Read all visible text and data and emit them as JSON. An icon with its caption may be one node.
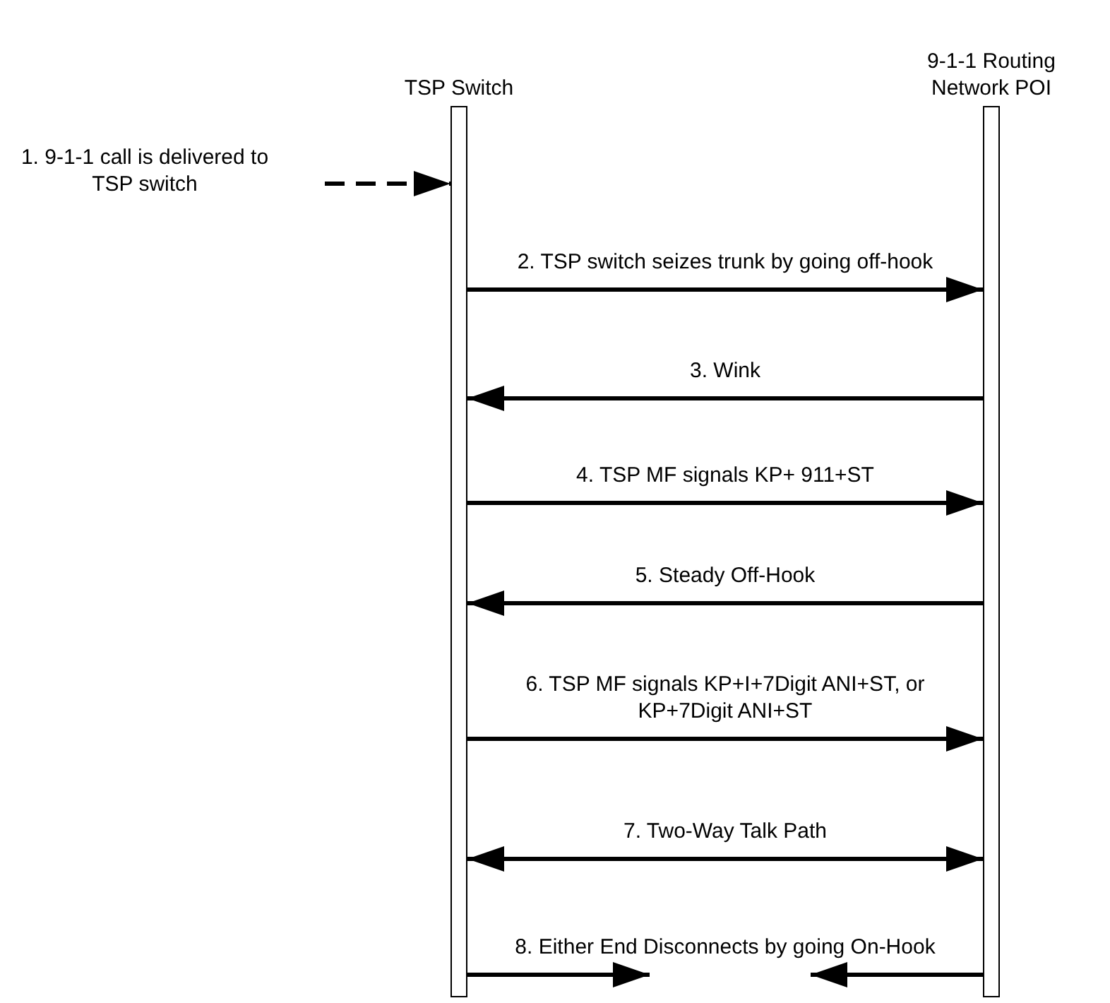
{
  "diagram": {
    "nodes": [
      {
        "text": [
          "TSP Switch"
        ]
      },
      {
        "text": [
          "9-1-1 Routing Network POI"
        ]
      },
      {
        "text": [
          "1. 9-1-1 call is delivered to TSP switch"
        ]
      }
    ],
    "edges": [
      {
        "from": 2,
        "to": 0,
        "arrow": "to",
        "style": "dashed"
      },
      {
        "from": 0,
        "to": 1,
        "arrow": "to",
        "label": "2. TSP switch seizes trunk by going off-hook"
      },
      {
        "from": 1,
        "to": 0,
        "arrow": "to",
        "label": "3. Wink"
      },
      {
        "from": 0,
        "to": 1,
        "arrow": "to",
        "label": "4. TSP MF signals KP+ 911+ST"
      },
      {
        "from": 1,
        "to": 0,
        "arrow": "to",
        "label": "5. Steady Off-Hook"
      },
      {
        "from": 0,
        "to": 1,
        "arrow": "to",
        "label": "6. TSP MF signals KP+I+7Digit ANI+ST, or KP+7Digit ANI+ST"
      },
      {
        "from": 0,
        "to": 1,
        "arrow": "both",
        "label": "7. Two-Way Talk Path"
      },
      {
        "from": 0,
        "to": null,
        "arrow": "to",
        "label": "8. Either End Disconnects by going On-Hook"
      },
      {
        "from": 1,
        "to": null,
        "arrow": "to"
      }
    ]
  }
}
